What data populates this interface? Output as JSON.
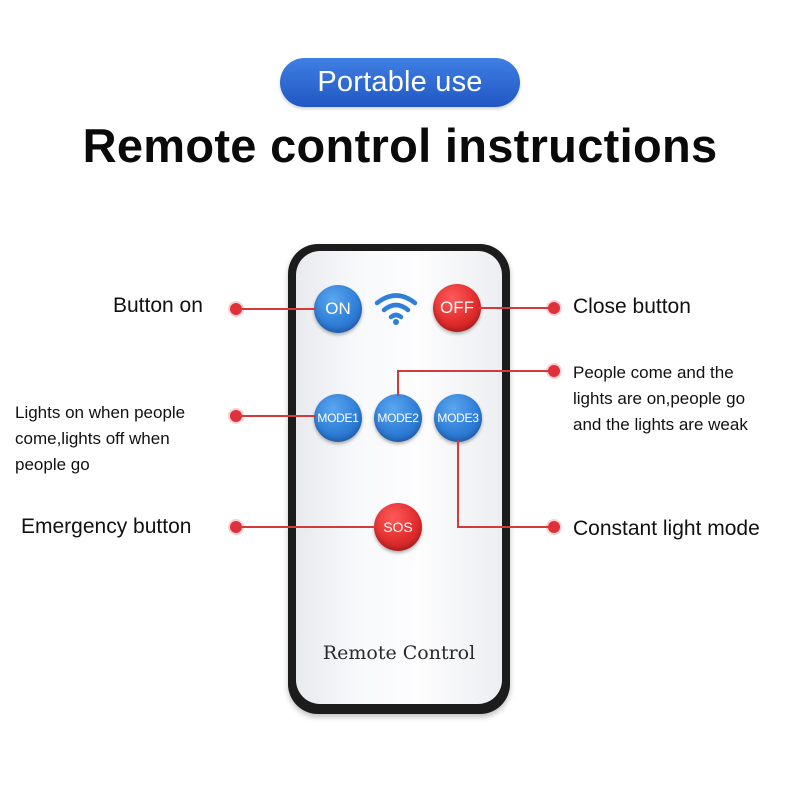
{
  "header": {
    "badge": "Portable use",
    "title": "Remote control instructions"
  },
  "remote": {
    "buttons": {
      "on": "ON",
      "off": "OFF",
      "mode1": "MODE1",
      "mode2": "MODE2",
      "mode3": "MODE3",
      "sos": "SOS"
    },
    "label": "Remote Control"
  },
  "callouts": {
    "button_on": "Button on",
    "close_button": "Close button",
    "mode1_lines": [
      "Lights on when people",
      "come,lights off when",
      "people go"
    ],
    "mode2_lines": [
      "People come and the",
      "lights are on,people go",
      "and the lights are weak"
    ],
    "emergency": "Emergency button",
    "constant": "Constant light mode"
  },
  "colors": {
    "badge_blue": "#2f6fd6",
    "button_blue": "#2f7ed8",
    "button_red": "#e12c2c",
    "callout_red": "#e0313a",
    "remote_border": "#1c1c1c"
  },
  "icons": {
    "signal": "wifi-signal-icon"
  }
}
